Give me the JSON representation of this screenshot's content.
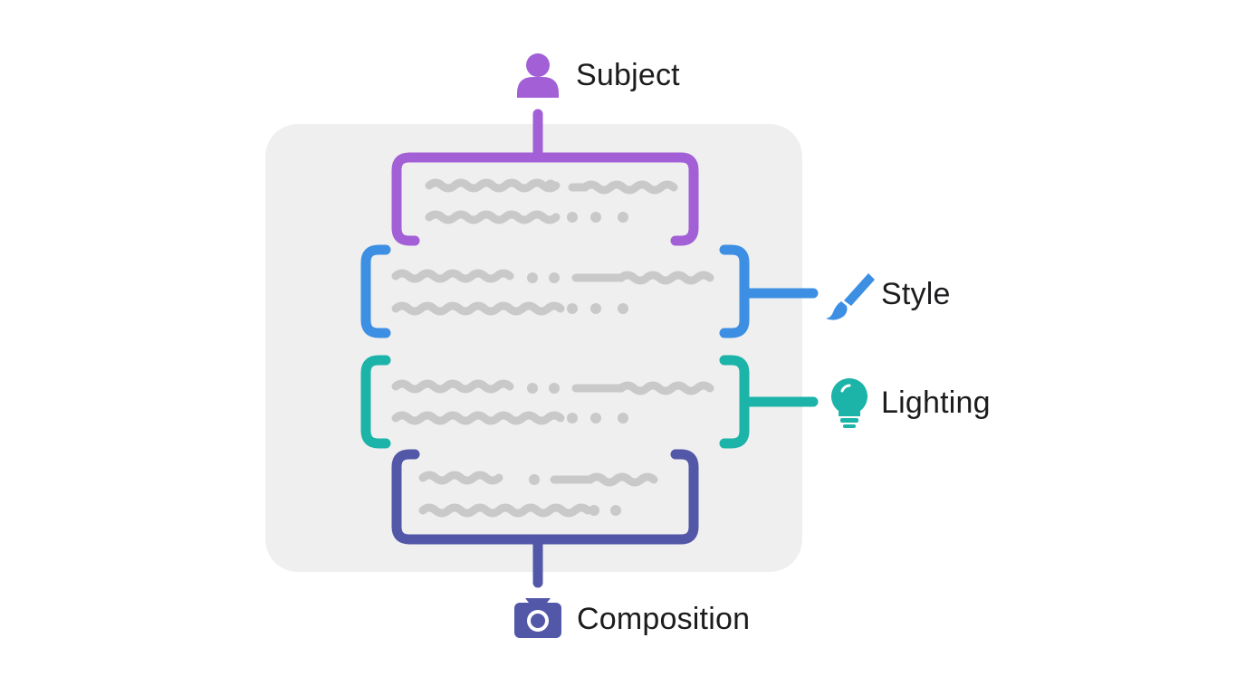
{
  "labels": {
    "subject": "Subject",
    "style": "Style",
    "lighting": "Lighting",
    "composition": "Composition"
  },
  "colors": {
    "subject": "#a25fd6",
    "style": "#3d8fe3",
    "lighting": "#1cb3a8",
    "composition": "#5257a8",
    "placeholder_text": "#c9c9c9",
    "panel": "#efefef"
  },
  "icons": {
    "subject": "person-icon",
    "style": "paintbrush-icon",
    "lighting": "lightbulb-icon",
    "composition": "camera-icon"
  }
}
